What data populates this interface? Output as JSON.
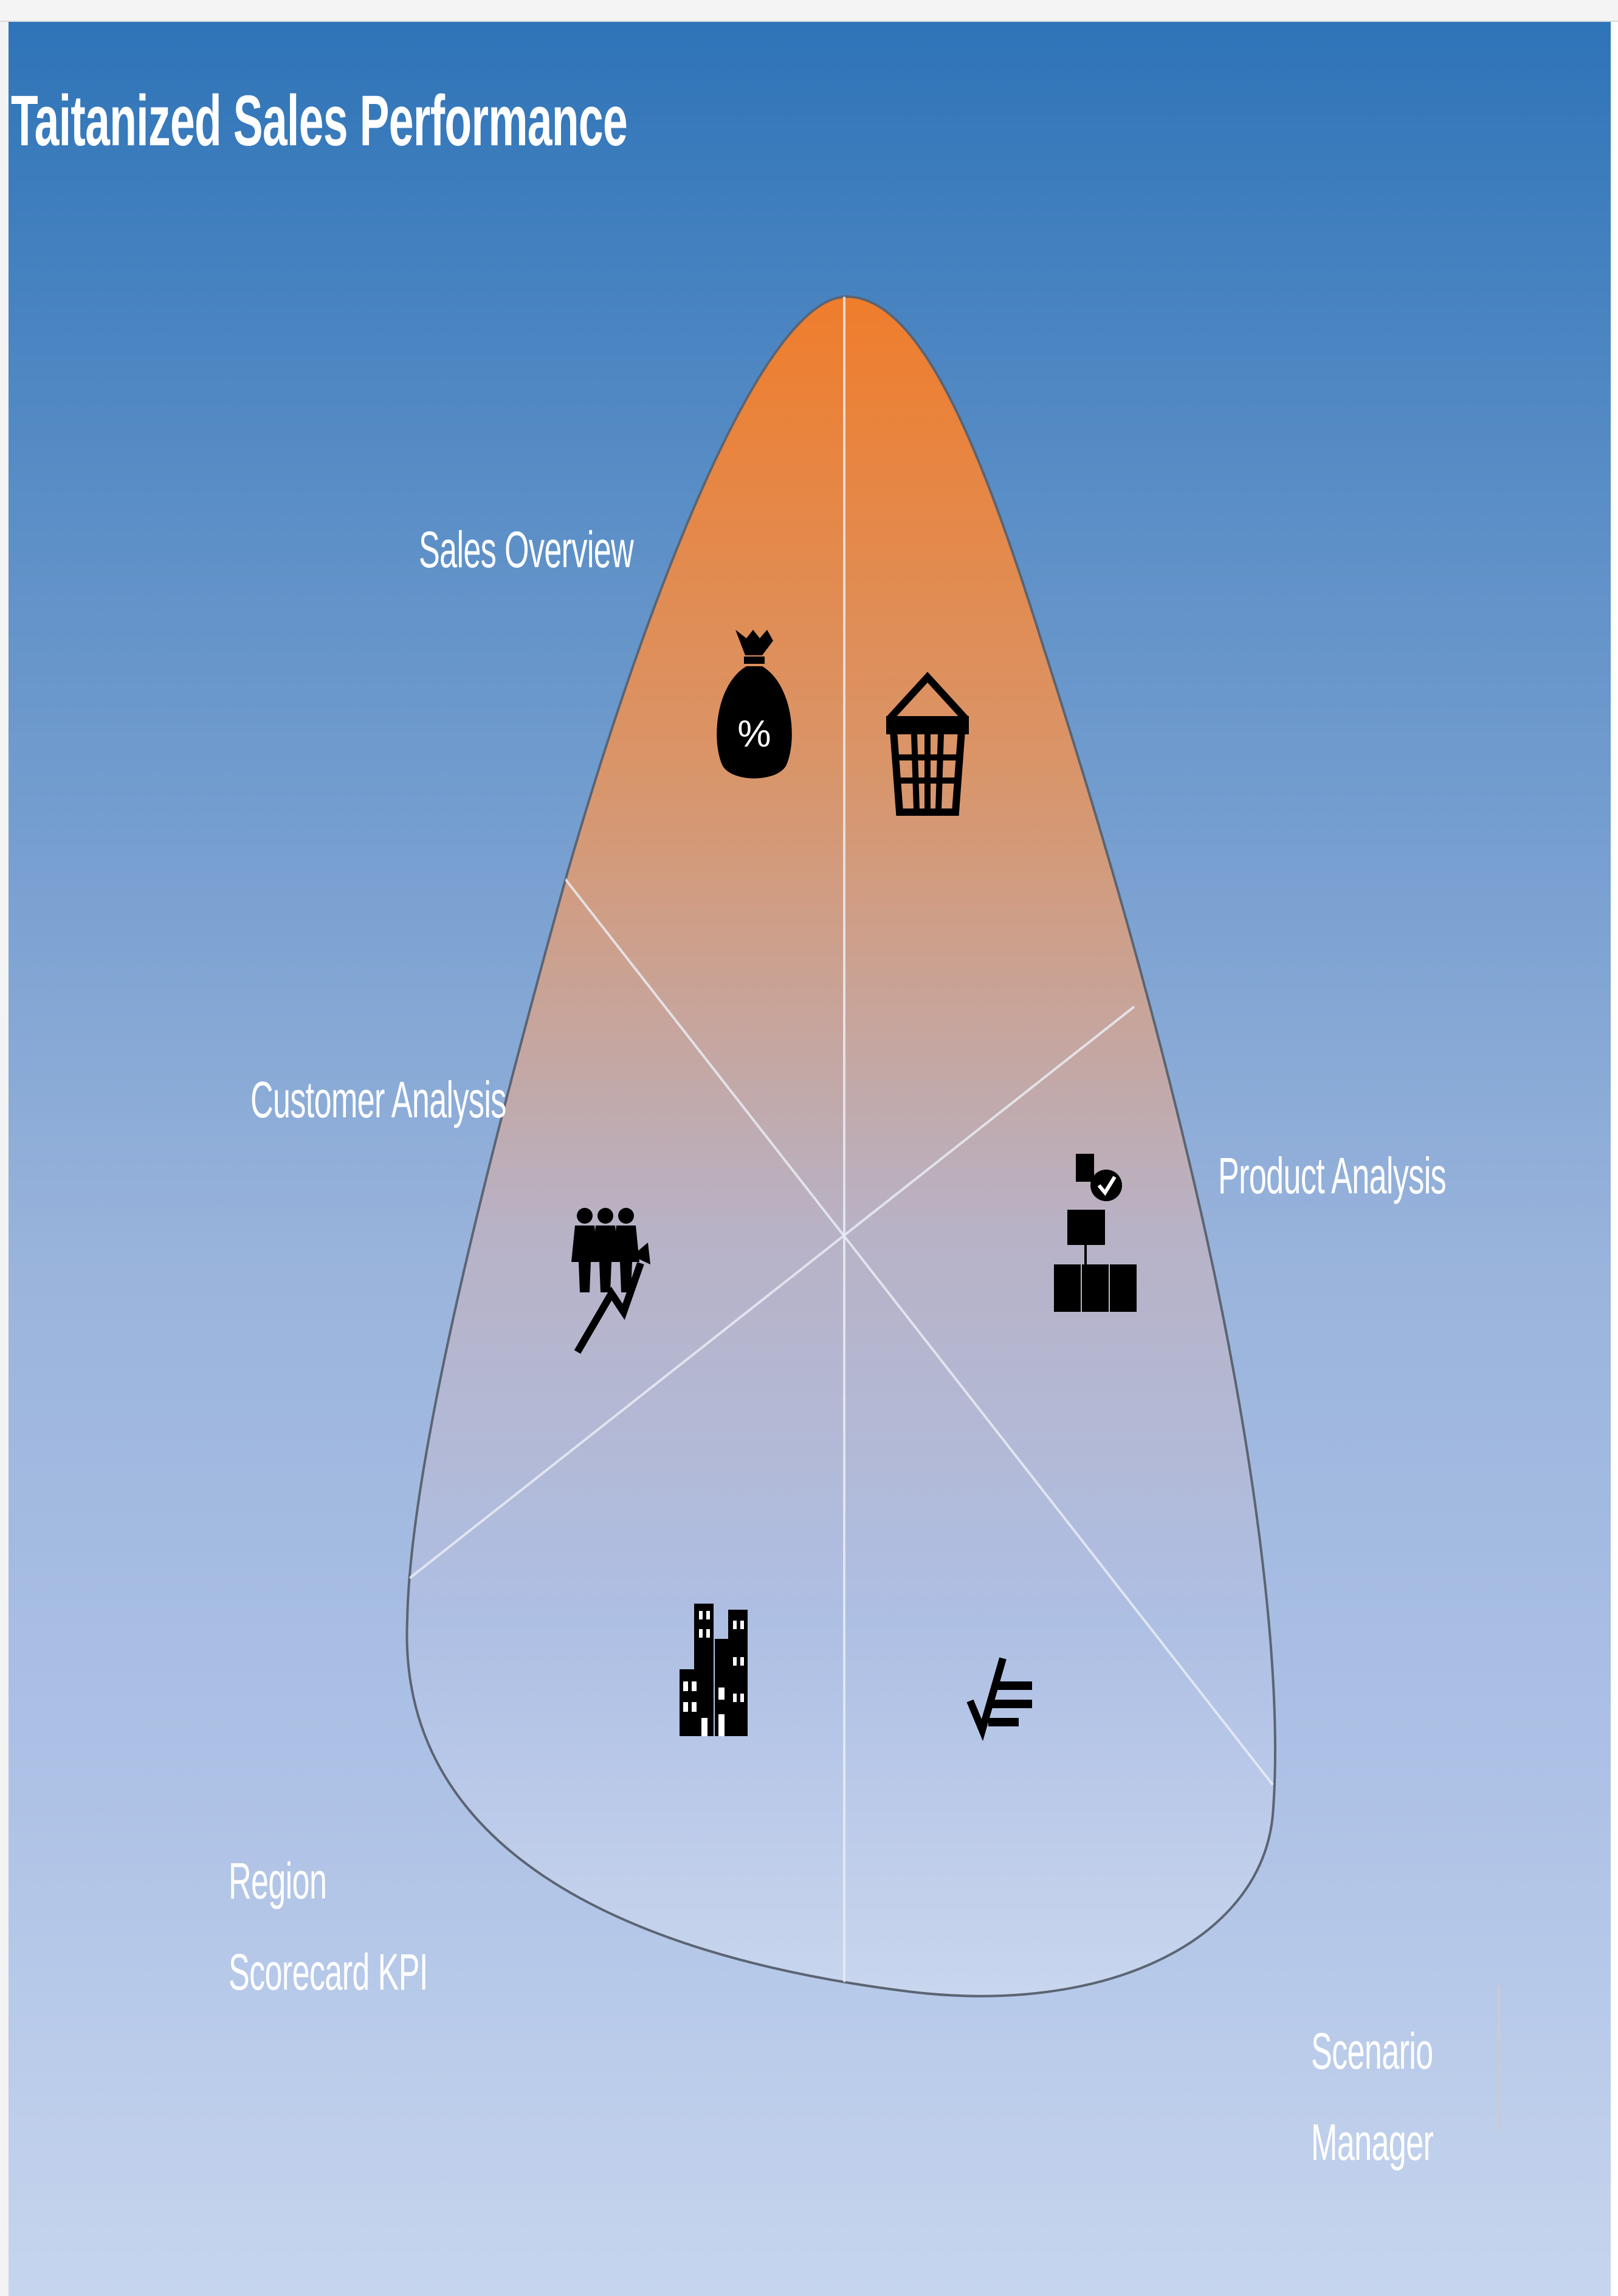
{
  "page": {
    "title": "Taitanized Sales Performance"
  },
  "navigation": {
    "sales_overview": "Sales Overview",
    "customer_analysis": "Customer Analysis",
    "product_analysis": "Product Analysis",
    "region_line1": "Region",
    "region_line2": "Scorecard KPI",
    "scenario_line1": "Scenario",
    "scenario_line2": "Manager"
  },
  "segments": [
    {
      "id": "sales-overview-left",
      "icon": "money-bag-percent-icon"
    },
    {
      "id": "sales-overview-right",
      "icon": "shopping-basket-icon"
    },
    {
      "id": "customer-analysis",
      "icon": "people-growth-icon"
    },
    {
      "id": "product-analysis",
      "icon": "boxes-check-icon"
    },
    {
      "id": "region-scorecard-kpi",
      "icon": "city-buildings-icon"
    },
    {
      "id": "scenario-manager",
      "icon": "checklist-icon"
    }
  ],
  "colors": {
    "background_top": "#2e74b8",
    "background_bottom": "#c6d5ee",
    "shape_top": "#ef7d2c",
    "shape_bottom": "#c9d6ee",
    "text": "#ffffff",
    "icon": "#000000"
  }
}
